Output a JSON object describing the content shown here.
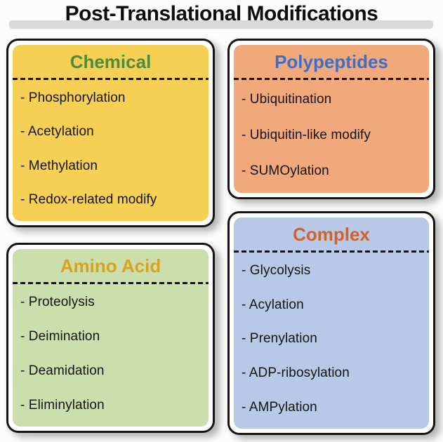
{
  "page": {
    "title": "Post-Translational Modifications"
  },
  "colors": {
    "background": "#fcfcfc",
    "border": "#141414",
    "item_text": "#141414",
    "title_bar": "#d9d9d9"
  },
  "cards": [
    {
      "id": "chemical",
      "title": "Chemical",
      "title_color": "#4e8b3c",
      "fill": "#f6cf55",
      "items": [
        "- Phosphorylation",
        "- Acetylation",
        "- Methylation",
        "- Redox-related modify"
      ]
    },
    {
      "id": "polypeptides",
      "title": "Polypeptides",
      "title_color": "#3e6fc6",
      "fill": "#f1a87a",
      "items": [
        "- Ubiquitination",
        "- Ubiquitin-like modify",
        "- SUMOylation"
      ]
    },
    {
      "id": "amino-acid",
      "title": "Amino Acid",
      "title_color": "#d9a21f",
      "fill": "#cbdfac",
      "items": [
        "- Proteolysis",
        "- Deimination",
        "- Deamidation",
        "- Eliminylation"
      ]
    },
    {
      "id": "complex",
      "title": "Complex",
      "title_color": "#d2622a",
      "fill": "#b7c9e6",
      "items": [
        "- Glycolysis",
        "- Acylation",
        "- Prenylation",
        "- ADP-ribosylation",
        "- AMPylation"
      ]
    }
  ]
}
